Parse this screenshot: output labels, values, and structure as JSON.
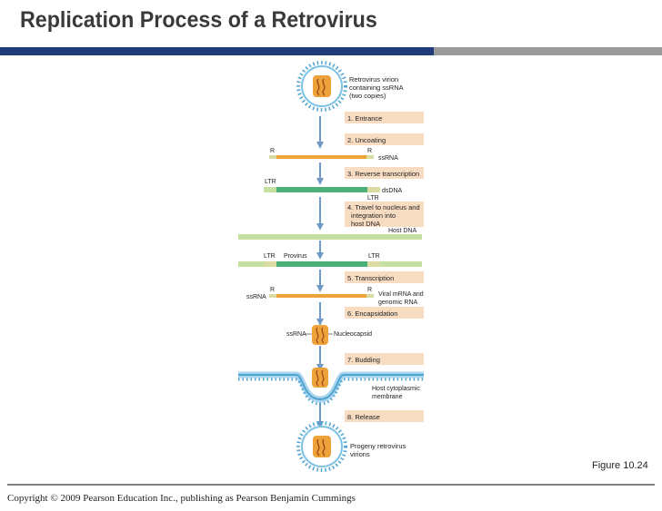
{
  "title": "Replication Process of a Retrovirus",
  "figure_label": "Figure 10.24",
  "copyright": "Copyright © 2009 Pearson Education Inc., publishing as Pearson Benjamin Cummings",
  "colors": {
    "title_bar_blue": "#213a79",
    "title_bar_grey": "#9a9a9a",
    "step_box": "#f8dcc2",
    "rna": "#eea33a",
    "dna_green": "#4caf7a",
    "dna_light": "#c5e0a0",
    "ltr_tan": "#dadba0",
    "arrow": "#6f9ac8",
    "membrane": "#4fa3d1"
  },
  "steps": [
    "1. Entrance",
    "2. Uncoating",
    "3. Reverse transcription",
    "4. Travel to nucleus and",
    "integration into",
    "host DNA",
    "5. Transcription",
    "6. Encapsidation",
    "7. Budding",
    "8. Release"
  ],
  "labels": {
    "virion_line1": "Retrovirus virion",
    "virion_line2": "containing ssRNA",
    "virion_line3": "(two copies)",
    "r": "R",
    "ssrna": "ssRNA",
    "ltr": "LTR",
    "dsdna": "dsDNA",
    "host_dna": "Host DNA",
    "provirus": "Provirus",
    "viral_mrna_line1": "Viral mRNA and",
    "viral_mrna_line2": "genomic RNA",
    "nucleocapsid": "Nucleocapsid",
    "host_membrane_line1": "Host cytoplasmic",
    "host_membrane_line2": "membrane",
    "progeny_line1": "Progeny retrovirus",
    "progeny_line2": "virions"
  }
}
